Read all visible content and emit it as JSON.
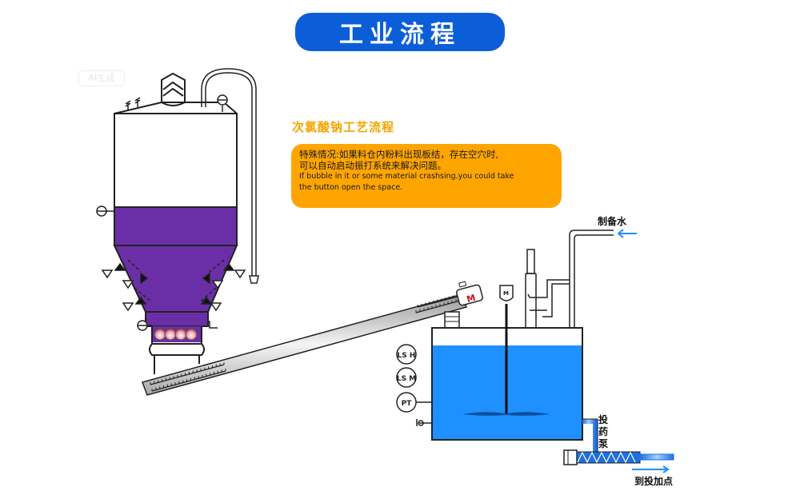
{
  "header": {
    "title": "工业流程"
  },
  "watermark": "AI生成",
  "process": {
    "subtitle": "次氯酸钠工艺流程",
    "note": {
      "zh_line1": "特殊情况:如果料仓内粉料出现板结，存在空穴时,",
      "zh_line2": "可以自动启动振打系统来解决问题。",
      "en_line1": "If bubble in it or some material crashsing.you could take",
      "en_line2": "the button open the space."
    }
  },
  "labels": {
    "water_in": "制备水",
    "dosing_pump": "投药泵",
    "to_dosing_point": "到投加点",
    "motor": "M",
    "lsh": "LS H",
    "lsm": "LS M",
    "pt": "PT"
  },
  "colors": {
    "title_bg": "#0b5ed7",
    "silo_powder": "#6a2fa6",
    "tank_liquid": "#1e90ff",
    "note_bg": "#fea500",
    "subtitle": "#f5a400",
    "arrow": "#1e90ff"
  }
}
